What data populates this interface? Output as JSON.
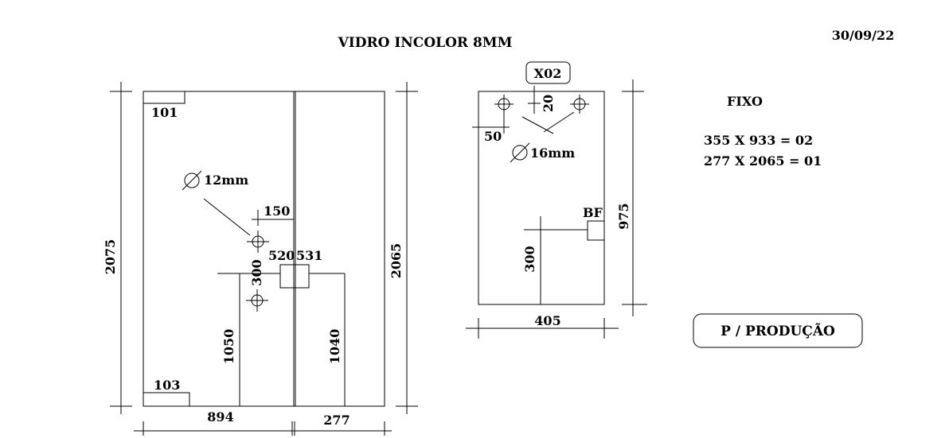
{
  "title": "VIDRO INCOLOR 8MM",
  "date": "30/09/22",
  "left_piece": {
    "corner_top_label": "101",
    "corner_bottom_label": "103",
    "hole_label": "12mm",
    "dim_150": "150",
    "dim_520": "520",
    "dim_531": "531",
    "dim_300": "300",
    "dim_1050": "1050",
    "dim_1040": "1040",
    "height_left": "2075",
    "height_right": "2065",
    "width_left": "894",
    "width_right": "277"
  },
  "right_piece": {
    "tag": "X02",
    "dim_20": "20",
    "dim_50": "50",
    "hole_label": "16mm",
    "bf_label": "BF",
    "dim_300": "300",
    "height": "975",
    "width": "405"
  },
  "fixo": {
    "title": "FIXO",
    "lines": [
      "355 X 933 = 02",
      "277 X 2065 = 01"
    ]
  },
  "stamp": "P / PRODUÇÃO"
}
